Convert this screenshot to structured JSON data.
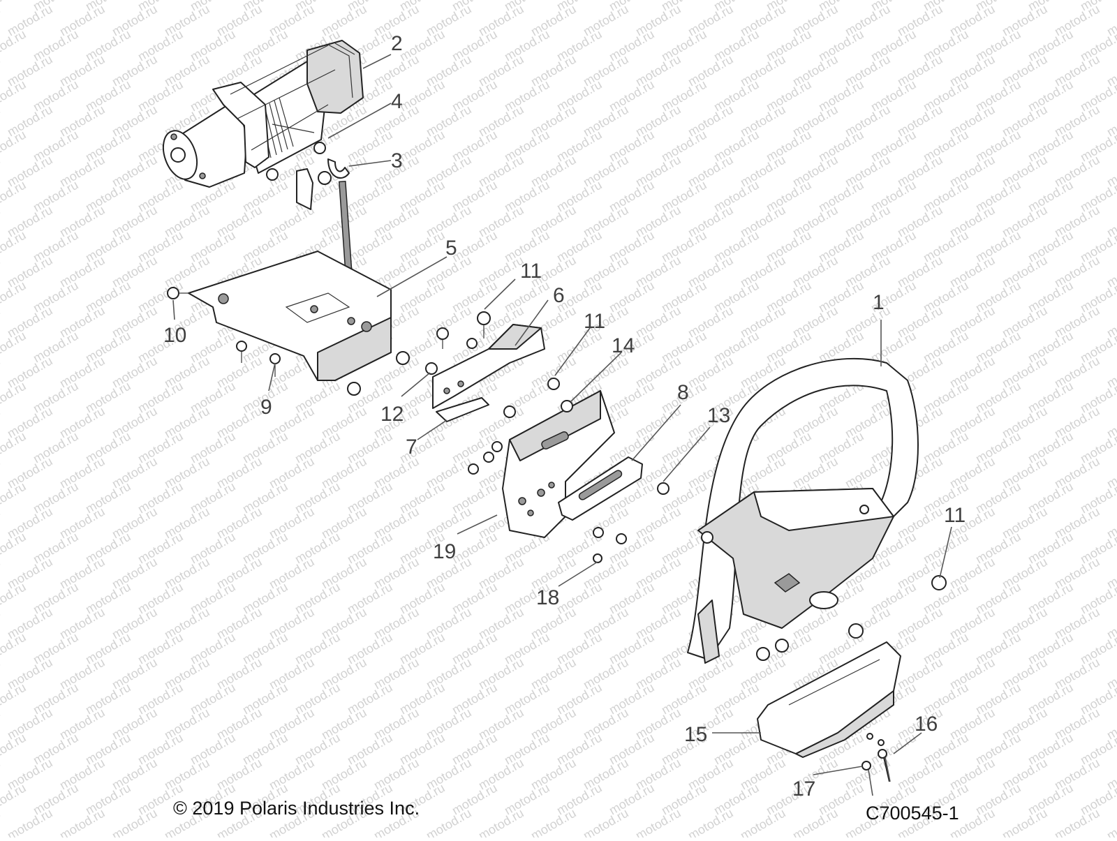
{
  "diagram": {
    "watermark": "motod.ru",
    "copyright": "© 2019 Polaris Industries Inc.",
    "drawing_id": "C700545-1",
    "callouts": {
      "c1": "1",
      "c2": "2",
      "c3": "3",
      "c4": "4",
      "c5": "5",
      "c6": "6",
      "c7": "7",
      "c8": "8",
      "c9": "9",
      "c10": "10",
      "c11a": "11",
      "c11b": "11",
      "c11c": "11",
      "c12": "12",
      "c13": "13",
      "c14": "14",
      "c15": "15",
      "c16": "16",
      "c17": "17",
      "c18": "18",
      "c19": "19"
    }
  }
}
